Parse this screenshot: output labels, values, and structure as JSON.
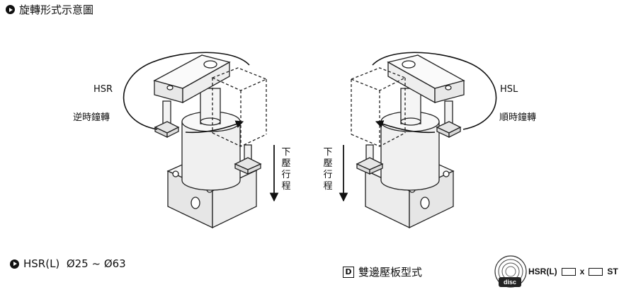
{
  "header": {
    "title": "旋轉形式示意圖"
  },
  "left_diagram": {
    "direction_code": "HSR",
    "direction_text": "逆時鐘轉",
    "stroke_text": "下壓行程"
  },
  "right_diagram": {
    "direction_code": "HSL",
    "direction_text": "順時鐘轉",
    "stroke_text": "下壓行程"
  },
  "footer": {
    "model_range": "HSR(L)  Ø25 ~ Ø63",
    "clamp_key": "D",
    "clamp_label": "雙邊壓板型式",
    "disc_text": "disc",
    "code_prefix": "HSR(L)",
    "code_x": "x",
    "code_suffix": "ST"
  }
}
